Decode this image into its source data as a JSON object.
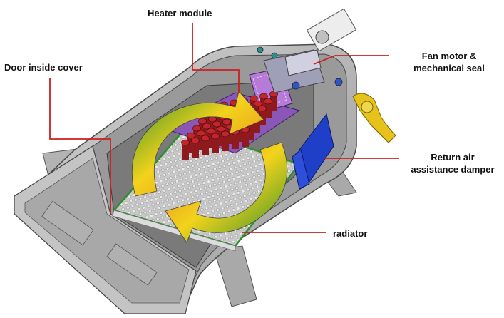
{
  "labels": {
    "heater_module": "Heater module",
    "door_inside_cover": "Door inside cover",
    "fan_motor_line1": "Fan motor &",
    "fan_motor_line2": "mechanical seal",
    "return_air_line1": "Return air",
    "return_air_line2": "assistance damper",
    "radiator": "radiator"
  },
  "colors": {
    "leader_line": "#cc1f1f",
    "housing": "#b9b9b9",
    "housing_dark": "#7e7e7e",
    "damper": "#1f3fc8",
    "heater_tubes": "#c2262b",
    "radiator_frame": "#3aa83a",
    "duct_purple": "#8a56b8",
    "fitting_yellow": "#e6c21a",
    "arrow_yellow": "#f2d31c",
    "arrow_orange": "#e8741a",
    "arrow_green": "#2f8f2a"
  }
}
